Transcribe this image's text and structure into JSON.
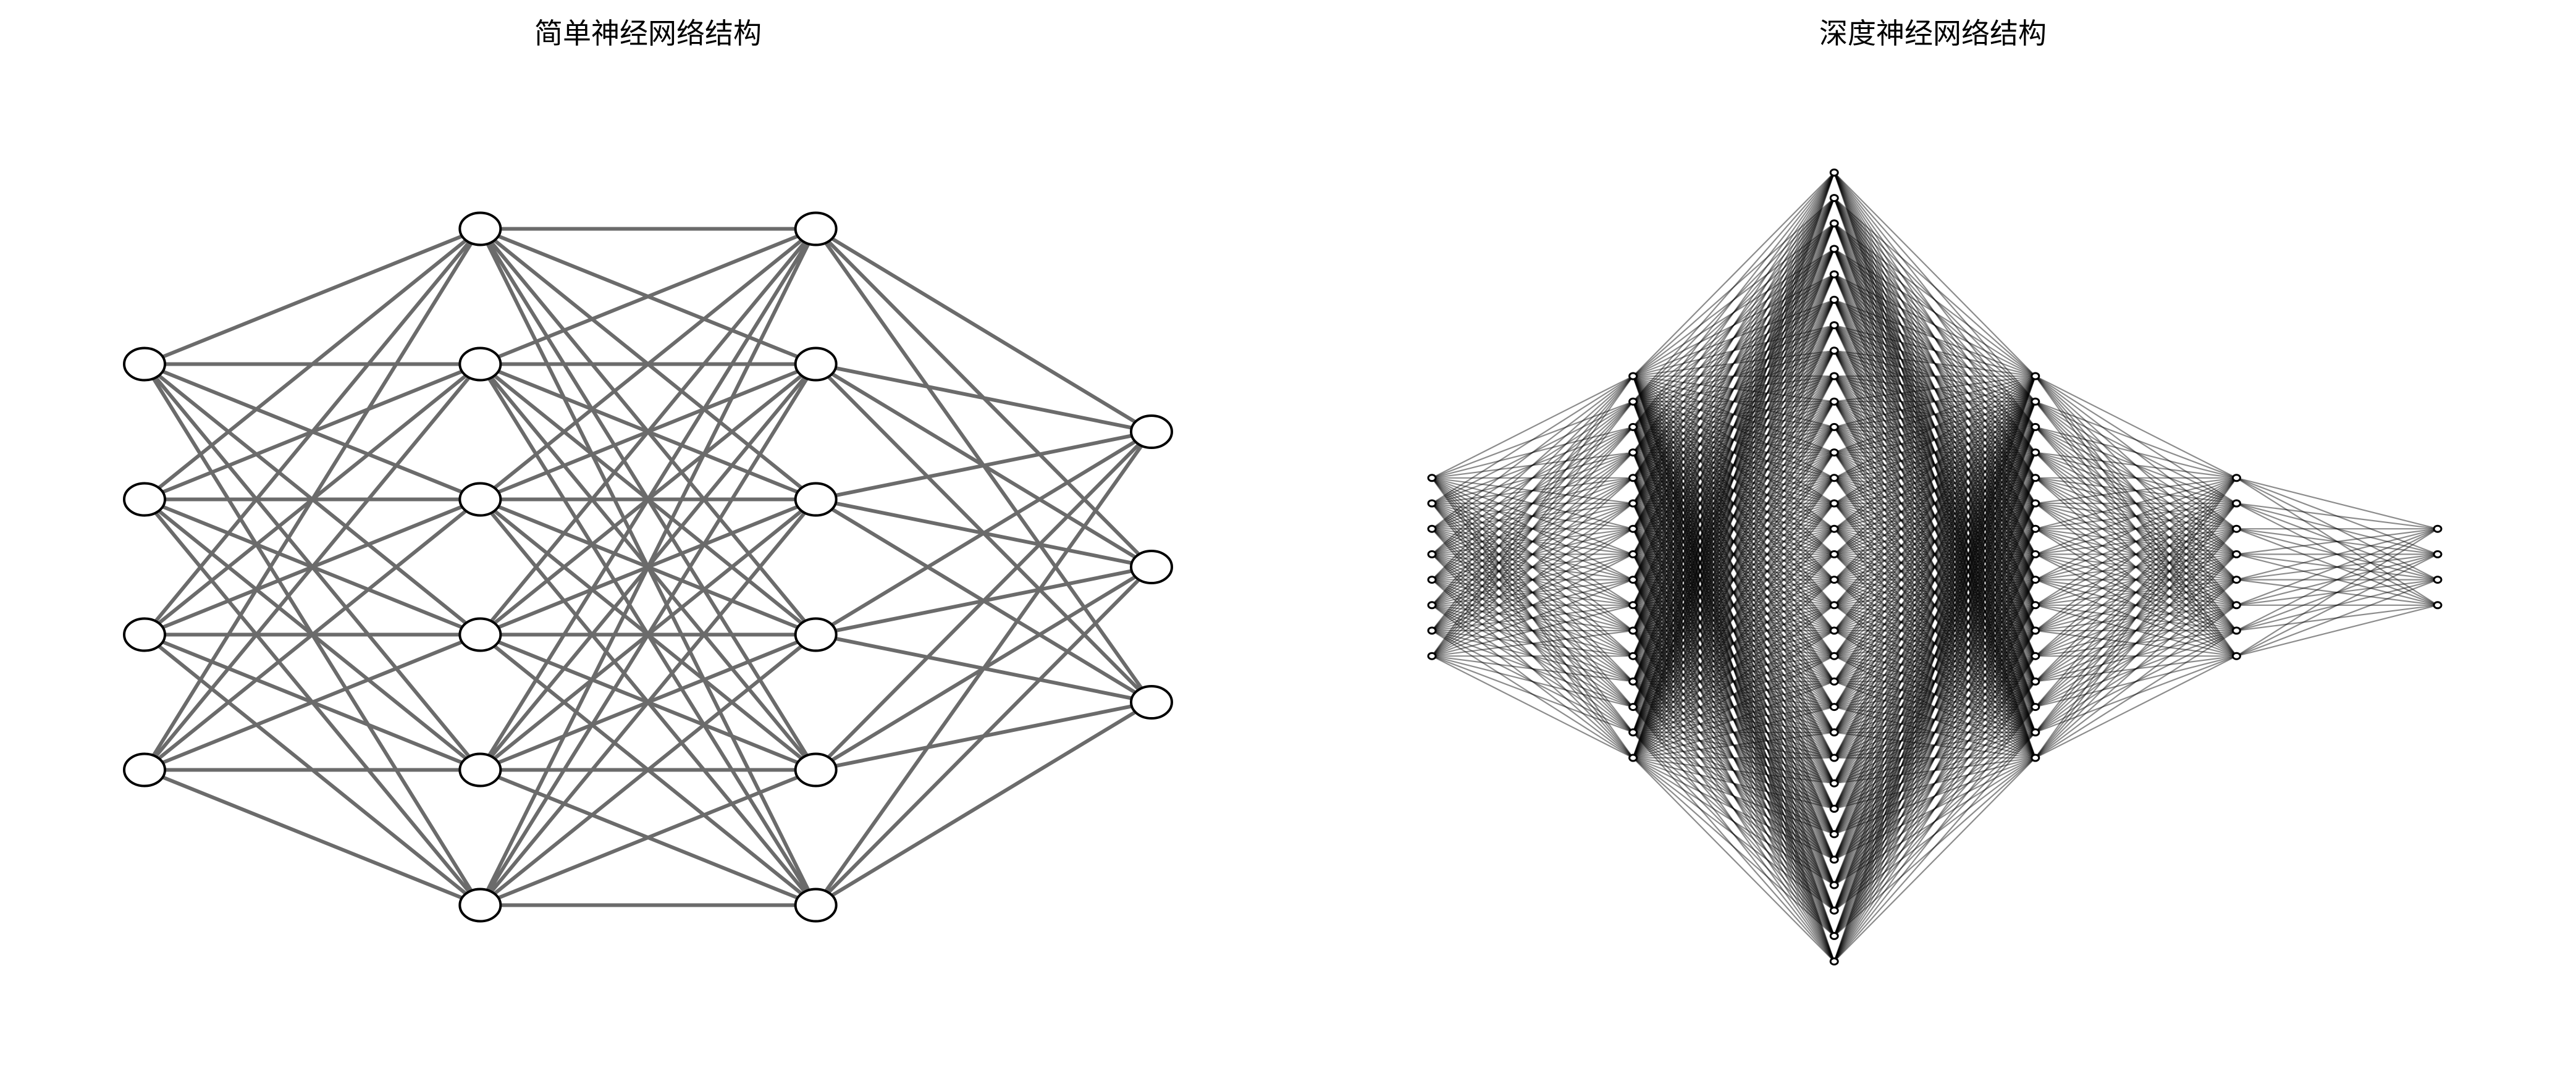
{
  "figure": {
    "panels": [
      {
        "id": "simple",
        "title": "简单神经网络结构",
        "layers": [
          4,
          6,
          6,
          3
        ],
        "node_style": "large-hollow-circle",
        "edge_color": "#6b6b6b"
      },
      {
        "id": "deep",
        "title": "深度神经网络结构",
        "layers": [
          8,
          16,
          32,
          16,
          8,
          4
        ],
        "node_style": "small-hollow-circle",
        "edge_color": "#000000"
      }
    ],
    "connectivity": "fully-connected"
  }
}
